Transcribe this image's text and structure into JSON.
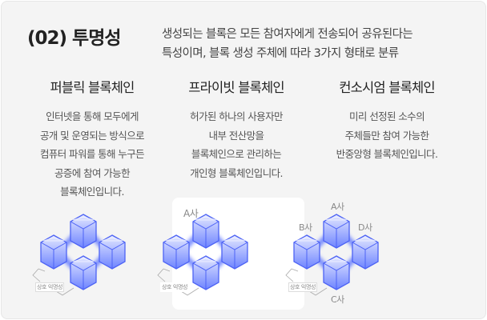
{
  "header": {
    "title": "(02) 투명성",
    "intro_lines": [
      "생성되는 블록은 모든 참여자에게 전송되어 공유된다는",
      "특성이며, 블록 생성 주체에 따라 3가지 형태로 분류"
    ]
  },
  "columns": [
    {
      "title": "퍼블릭 블록체인",
      "lines": [
        "인터넷을 통해 모두에게",
        "공개 및 운영되는 방식으로",
        "컴퓨터 파워를 통해 누구든",
        "공증에 참여 가능한",
        "블록체인입니다."
      ],
      "caption": "상호 익명성"
    },
    {
      "title": "프라이빗 블록체인",
      "lines": [
        "허가된 하나의 사용자만",
        "내부 전산망을",
        "블록체인으로 관리하는",
        "개인형 블록체인입니다."
      ],
      "caption": "상호 익명성",
      "company": "A사"
    },
    {
      "title": "컨소시엄 블록체인",
      "lines": [
        "미리 선정된 소수의",
        "주체들만 참여 가능한",
        "반중앙형 블록체인입니다."
      ],
      "caption": "상호 익명성",
      "companies": {
        "a": "A사",
        "b": "B사",
        "c": "C사",
        "d": "D사"
      }
    }
  ],
  "colors": {
    "cube_light": "#dfe4ff",
    "cube_dark": "#5b73ff",
    "cube_edge": "#4d63f5"
  }
}
